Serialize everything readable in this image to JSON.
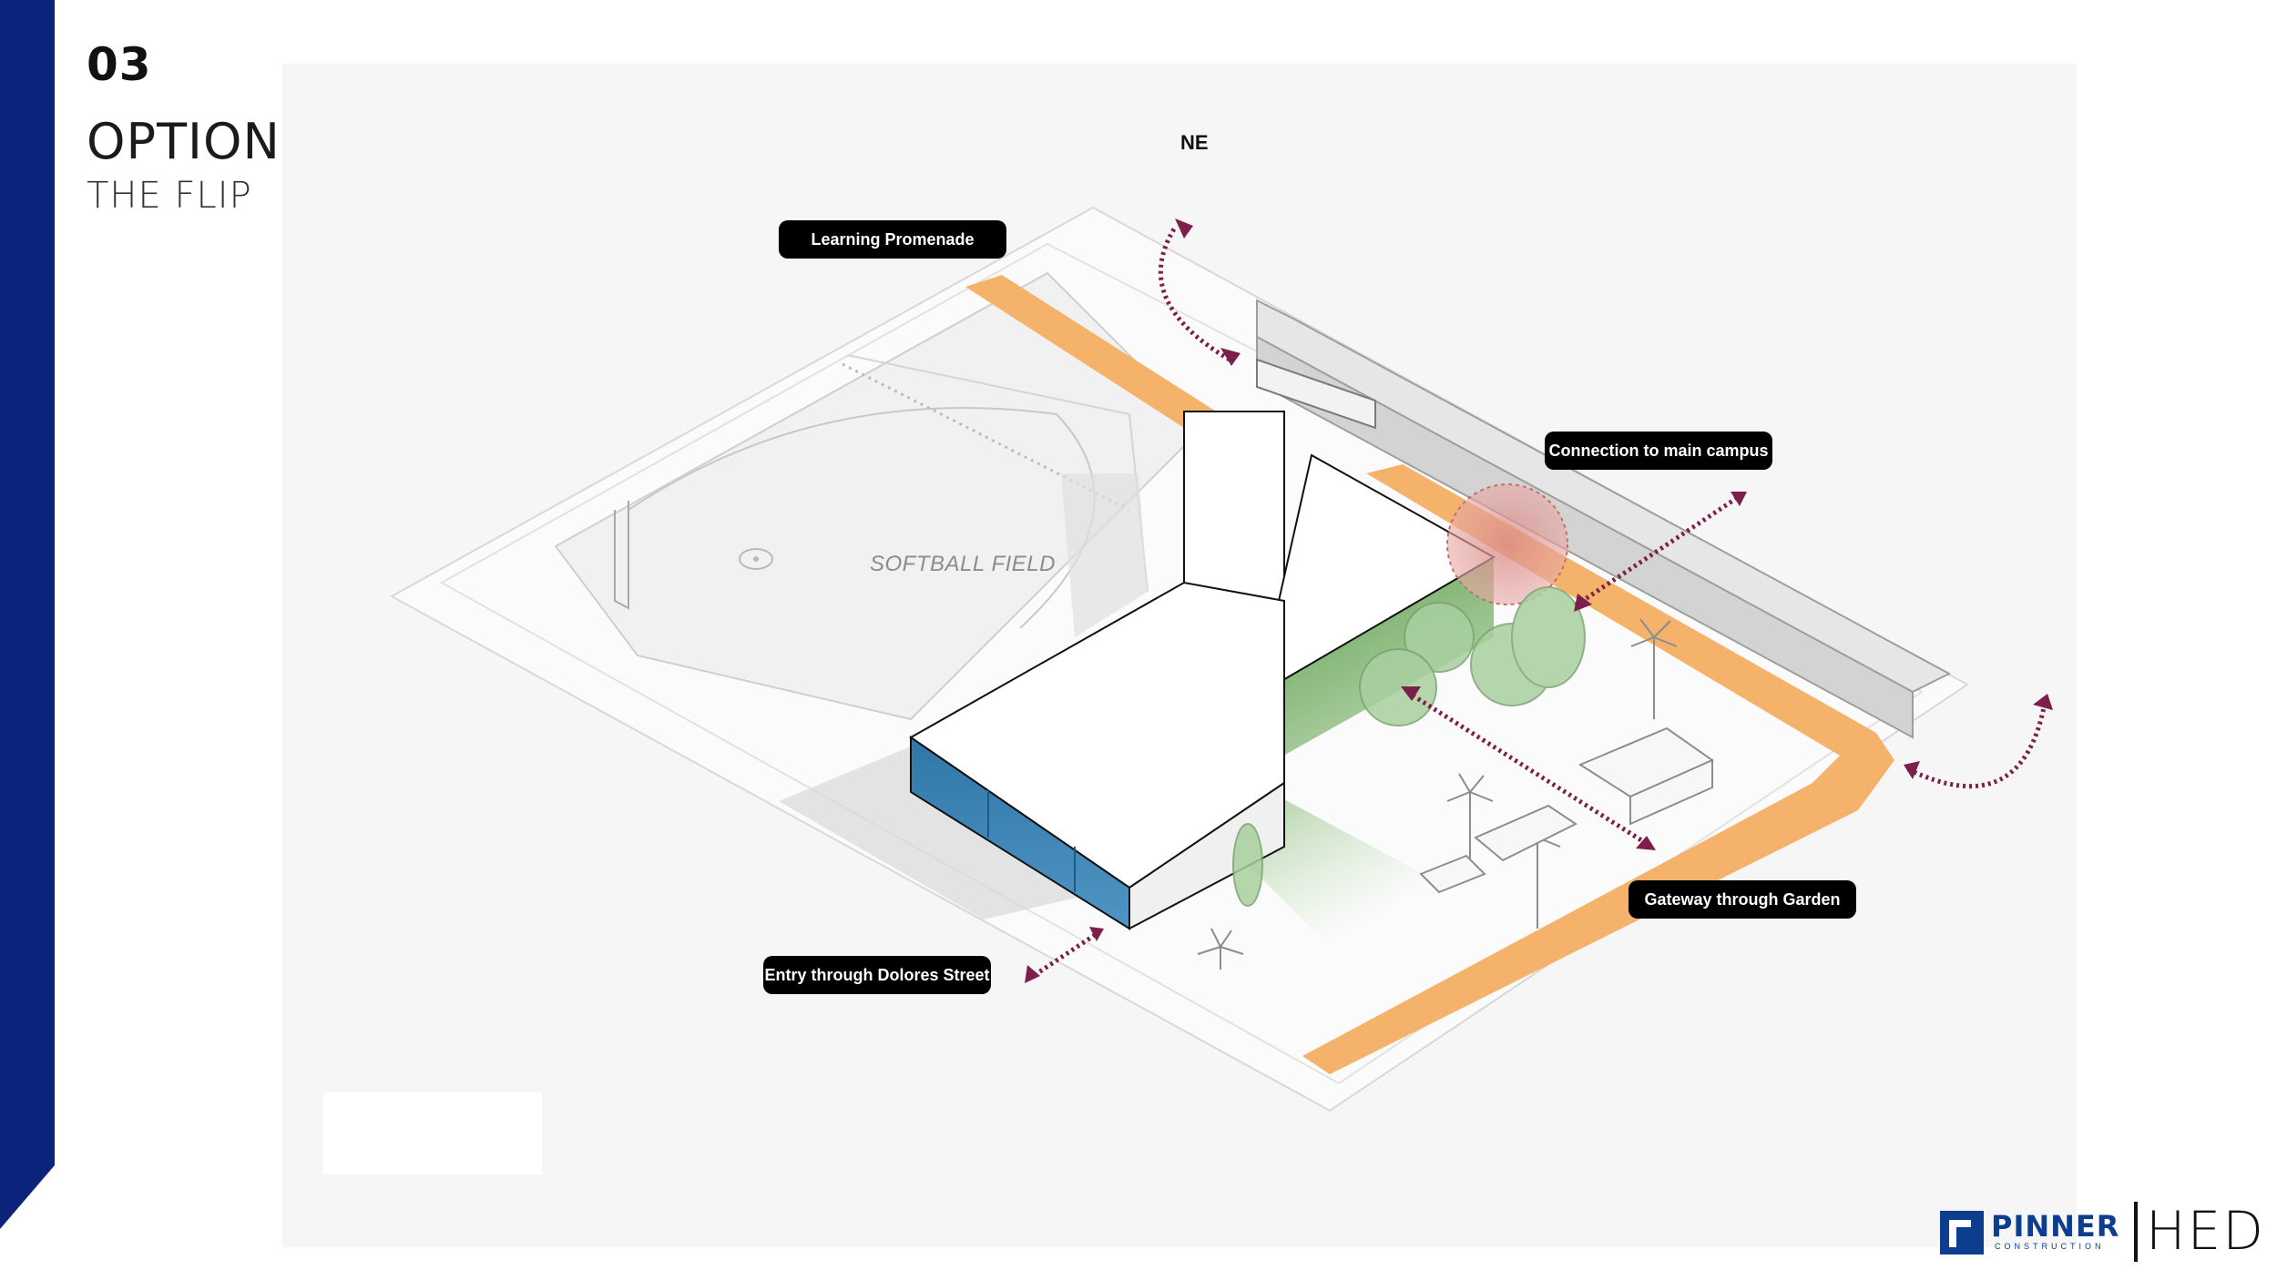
{
  "slide": {
    "number": "03",
    "title": "OPTION 3",
    "subtitle": "THE FLIP"
  },
  "diagram": {
    "compass": "NE",
    "field_label": "SOFTBALL FIELD",
    "callouts": {
      "learning_promenade": "Learning Promenade",
      "connection_main_campus": "Connection to main campus",
      "gateway_garden": "Gateway through Garden",
      "entry_dolores": "Entry through Dolores Street"
    }
  },
  "logos": {
    "pinner_name": "PINNER",
    "pinner_sub": "CONSTRUCTION",
    "hed": "HED"
  },
  "colors": {
    "sidebar": "#0b237a",
    "promenade": "#f4b26a",
    "garden": "#3f8a2e",
    "entry_facade": "#3a7fae",
    "arrow": "#7c1f4a",
    "hotspot": "#d98a86"
  }
}
